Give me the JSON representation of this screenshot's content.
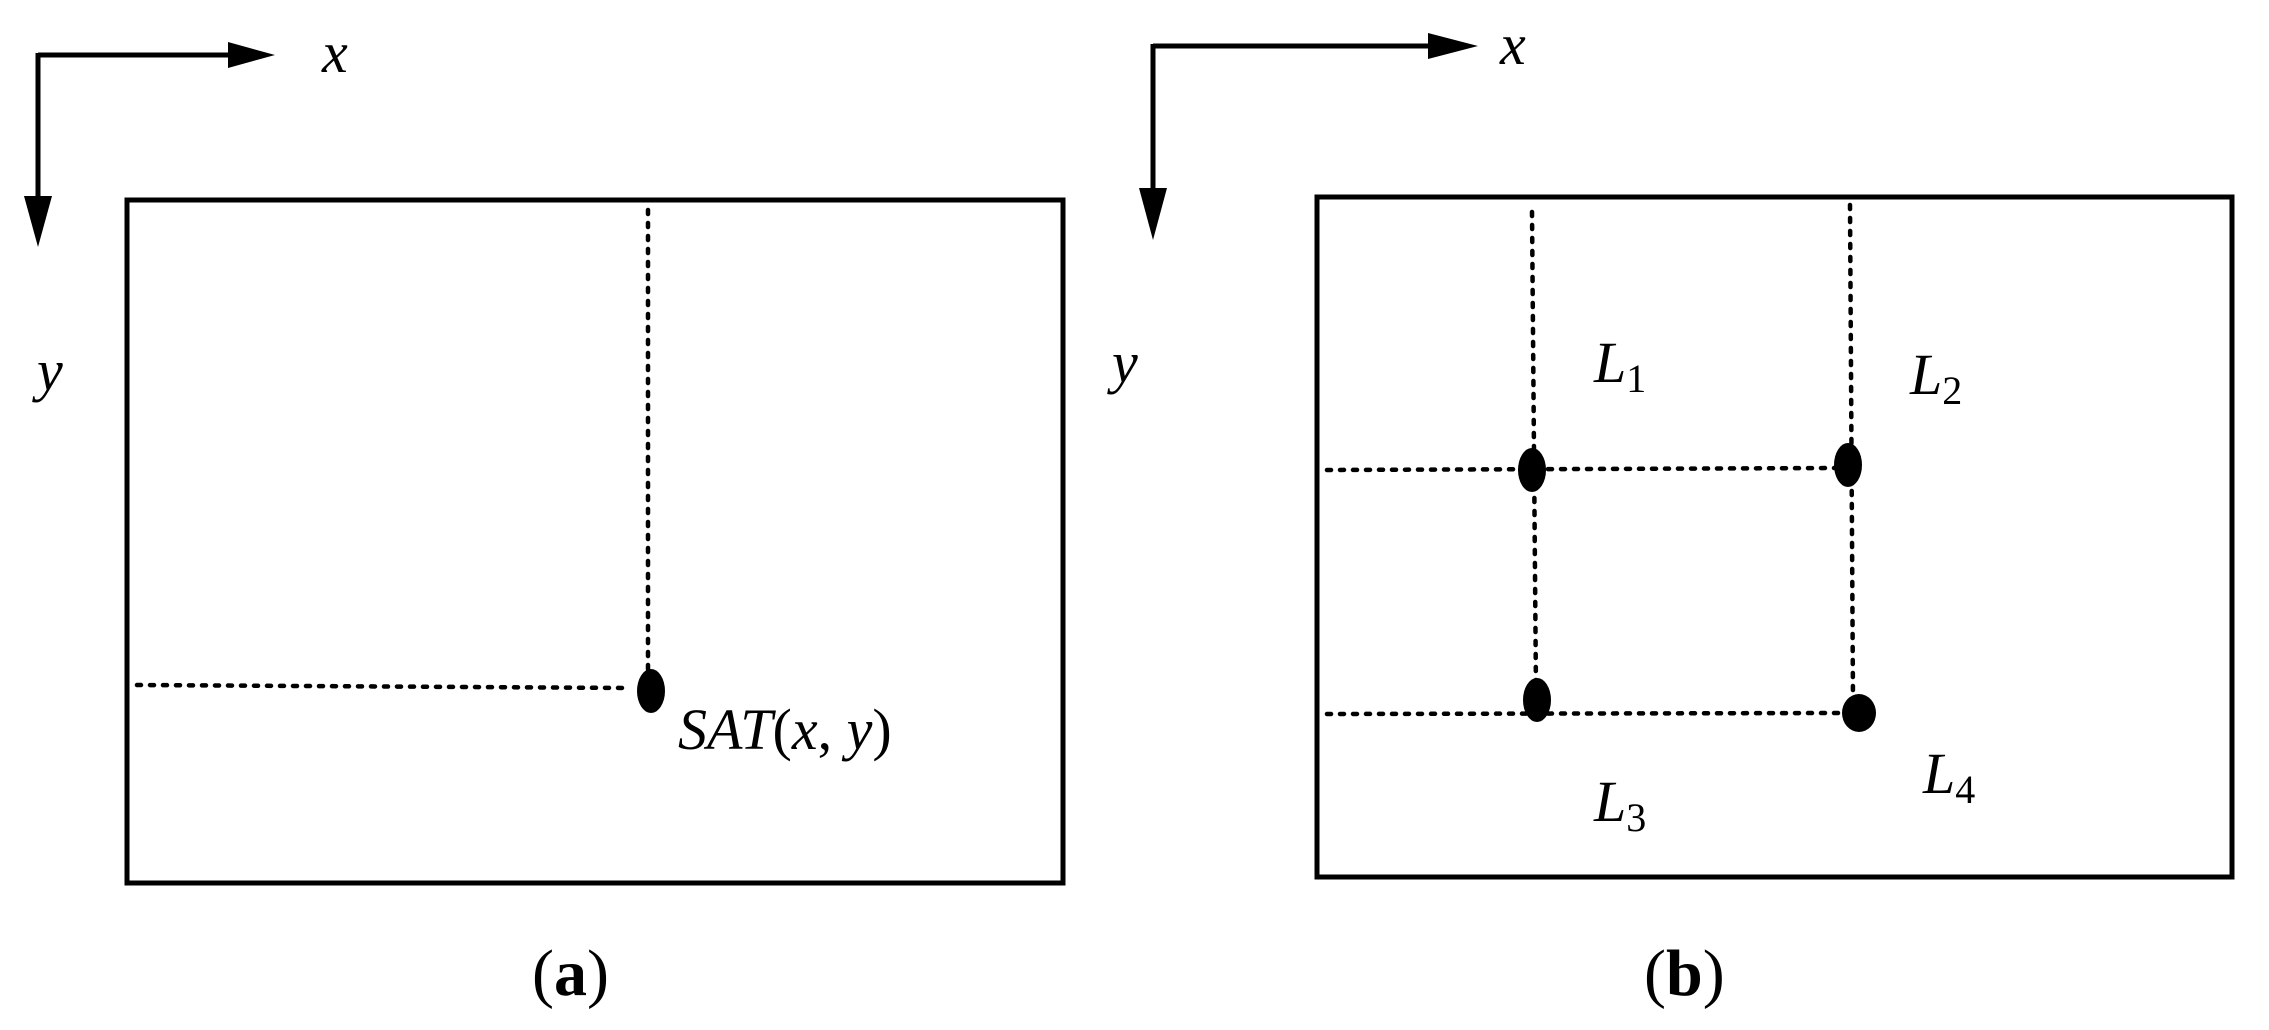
{
  "panel_a": {
    "axis_x_label": "x",
    "axis_y_label": "y",
    "point_label_main": "SAT",
    "point_label_open": "(",
    "point_label_x": "x",
    "point_label_comma": ", ",
    "point_label_y": "y",
    "point_label_close": ")",
    "caption_open": "(",
    "caption_letter": "a",
    "caption_close": ")"
  },
  "panel_b": {
    "axis_x_label": "x",
    "axis_y_label": "y",
    "points": [
      {
        "base": "L",
        "sub": "1"
      },
      {
        "base": "L",
        "sub": "2"
      },
      {
        "base": "L",
        "sub": "3"
      },
      {
        "base": "L",
        "sub": "4"
      }
    ],
    "caption_open": "(",
    "caption_letter": "b",
    "caption_close": ")"
  }
}
